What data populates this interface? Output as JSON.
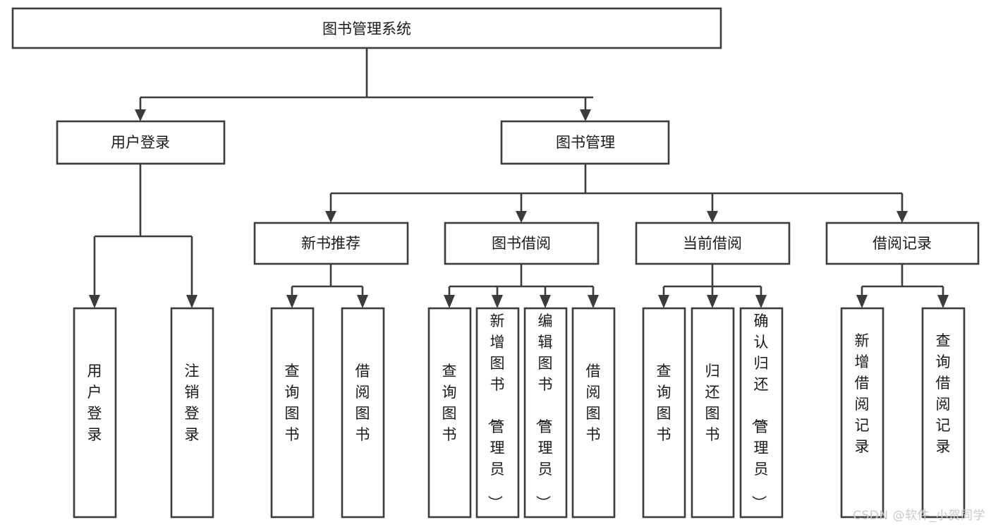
{
  "diagram": {
    "title": "图书管理系统",
    "type": "tree-hierarchy-chart",
    "colors": {
      "box_stroke": "#3c3c3c",
      "box_fill": "#ffffff",
      "text": "#1a1a1a",
      "background": "#ffffff",
      "watermark": "#c9c9c9"
    },
    "root": {
      "label": "图书管理系统"
    },
    "level2": [
      {
        "label": "用户登录"
      },
      {
        "label": "图书管理"
      }
    ],
    "level3": [
      {
        "label": "新书推荐"
      },
      {
        "label": "图书借阅"
      },
      {
        "label": "当前借阅"
      },
      {
        "label": "借阅记录"
      }
    ],
    "leaves": {
      "user_login": [
        {
          "label": "用户登录"
        },
        {
          "label": "注销登录"
        }
      ],
      "new_book_recommend": [
        {
          "label": "查询图书"
        },
        {
          "label": "借阅图书"
        }
      ],
      "book_borrow": [
        {
          "label": "查询图书"
        },
        {
          "label": "新增图书（管理员）"
        },
        {
          "label": "编辑图书（管理员）"
        },
        {
          "label": "借阅图书"
        }
      ],
      "current_borrow": [
        {
          "label": "查询图书"
        },
        {
          "label": "归还图书"
        },
        {
          "label": "确认归还（管理员）"
        }
      ],
      "borrow_record": [
        {
          "label": "新增借阅记录"
        },
        {
          "label": "查询借阅记录"
        }
      ]
    }
  },
  "watermark": {
    "text": "CSDN @软件_小贺同学"
  }
}
